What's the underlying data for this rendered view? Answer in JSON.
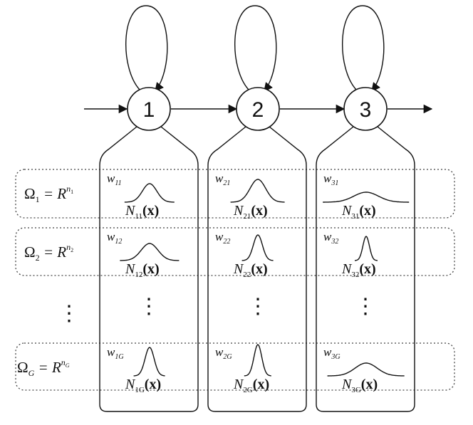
{
  "diagram": {
    "states": [
      {
        "label": "1"
      },
      {
        "label": "2"
      },
      {
        "label": "3"
      }
    ],
    "streams": [
      {
        "omega": "Ω",
        "sub": "1",
        "eq": " = R",
        "sup": "n",
        "supsub": "1"
      },
      {
        "omega": "Ω",
        "sub": "2",
        "eq": " = R",
        "sup": "n",
        "supsub": "2"
      },
      {
        "omega": "Ω",
        "sub": "G",
        "eq": " = R",
        "sup": "n",
        "supsub": "G"
      }
    ],
    "ellipsis": "⋮",
    "weights": [
      [
        "11",
        "12",
        "1G"
      ],
      [
        "21",
        "22",
        "2G"
      ],
      [
        "31",
        "32",
        "3G"
      ]
    ],
    "weight_symbol": "w",
    "density_symbol": "N",
    "density_arg": "(x)"
  }
}
